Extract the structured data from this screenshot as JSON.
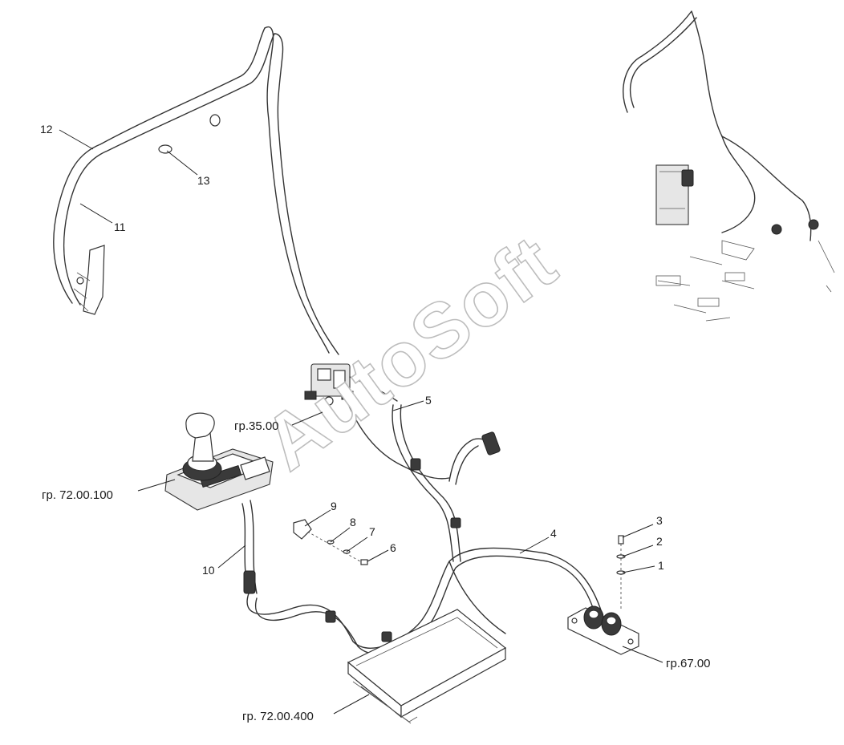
{
  "callouts": {
    "c1": "1",
    "c2": "2",
    "c3": "3",
    "c4": "4",
    "c5": "5",
    "c6": "6",
    "c7": "7",
    "c8": "8",
    "c9": "9",
    "c10": "10",
    "c11": "11",
    "c12": "12",
    "c13": "13"
  },
  "references": {
    "gr35": "гр.35.00",
    "gr72_100": "гр. 72.00.100",
    "gr67": "гр.67.00",
    "gr72_400": "гр. 72.00.400"
  },
  "watermark": "AutoSoft"
}
